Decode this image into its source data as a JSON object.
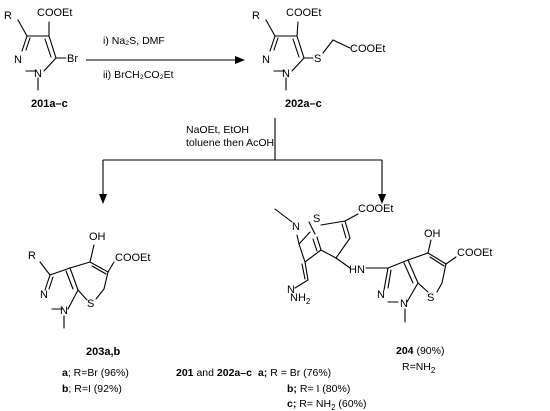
{
  "scheme": {
    "step1_reagents": [
      "i) Na₂S, DMF",
      "ii) BrCH₂CO₂Et"
    ],
    "step2_reagents": [
      "NaOEt, EtOH",
      "toluene then AcOH"
    ],
    "labels": {
      "c201": "201a–c",
      "c202": "202a–c",
      "c203": "203a,b",
      "c204": "204"
    },
    "atoms": {
      "R": "R",
      "N": "N",
      "S": "S",
      "Br": "Br",
      "OH": "OH",
      "COOEt": "COOEt",
      "NH2": "NH",
      "NH2_sub": "2",
      "HN": "HN"
    },
    "footnotes": {
      "f203_a_bold": "a",
      "f203_a": "; R=Br (96%)",
      "f203_b_bold": "b",
      "f203_b": "; R=I (92%)",
      "f201_prefix_bold": "201",
      "f201_mid": " and ",
      "f201_202_bold": "202a–c",
      "f201_a_bold": "a;",
      "f201_a": " R = Br (76%)",
      "f201_b_bold": "b;",
      "f201_b": " R= I (80%)",
      "f201_c_bold": "c;",
      "f201_c": " R= NH",
      "f201_c_sub": "2",
      "f201_c_tail": " (60%)",
      "f204_yield": " (90%)",
      "f204_r": "R=NH",
      "f204_r_sub": "2"
    }
  }
}
